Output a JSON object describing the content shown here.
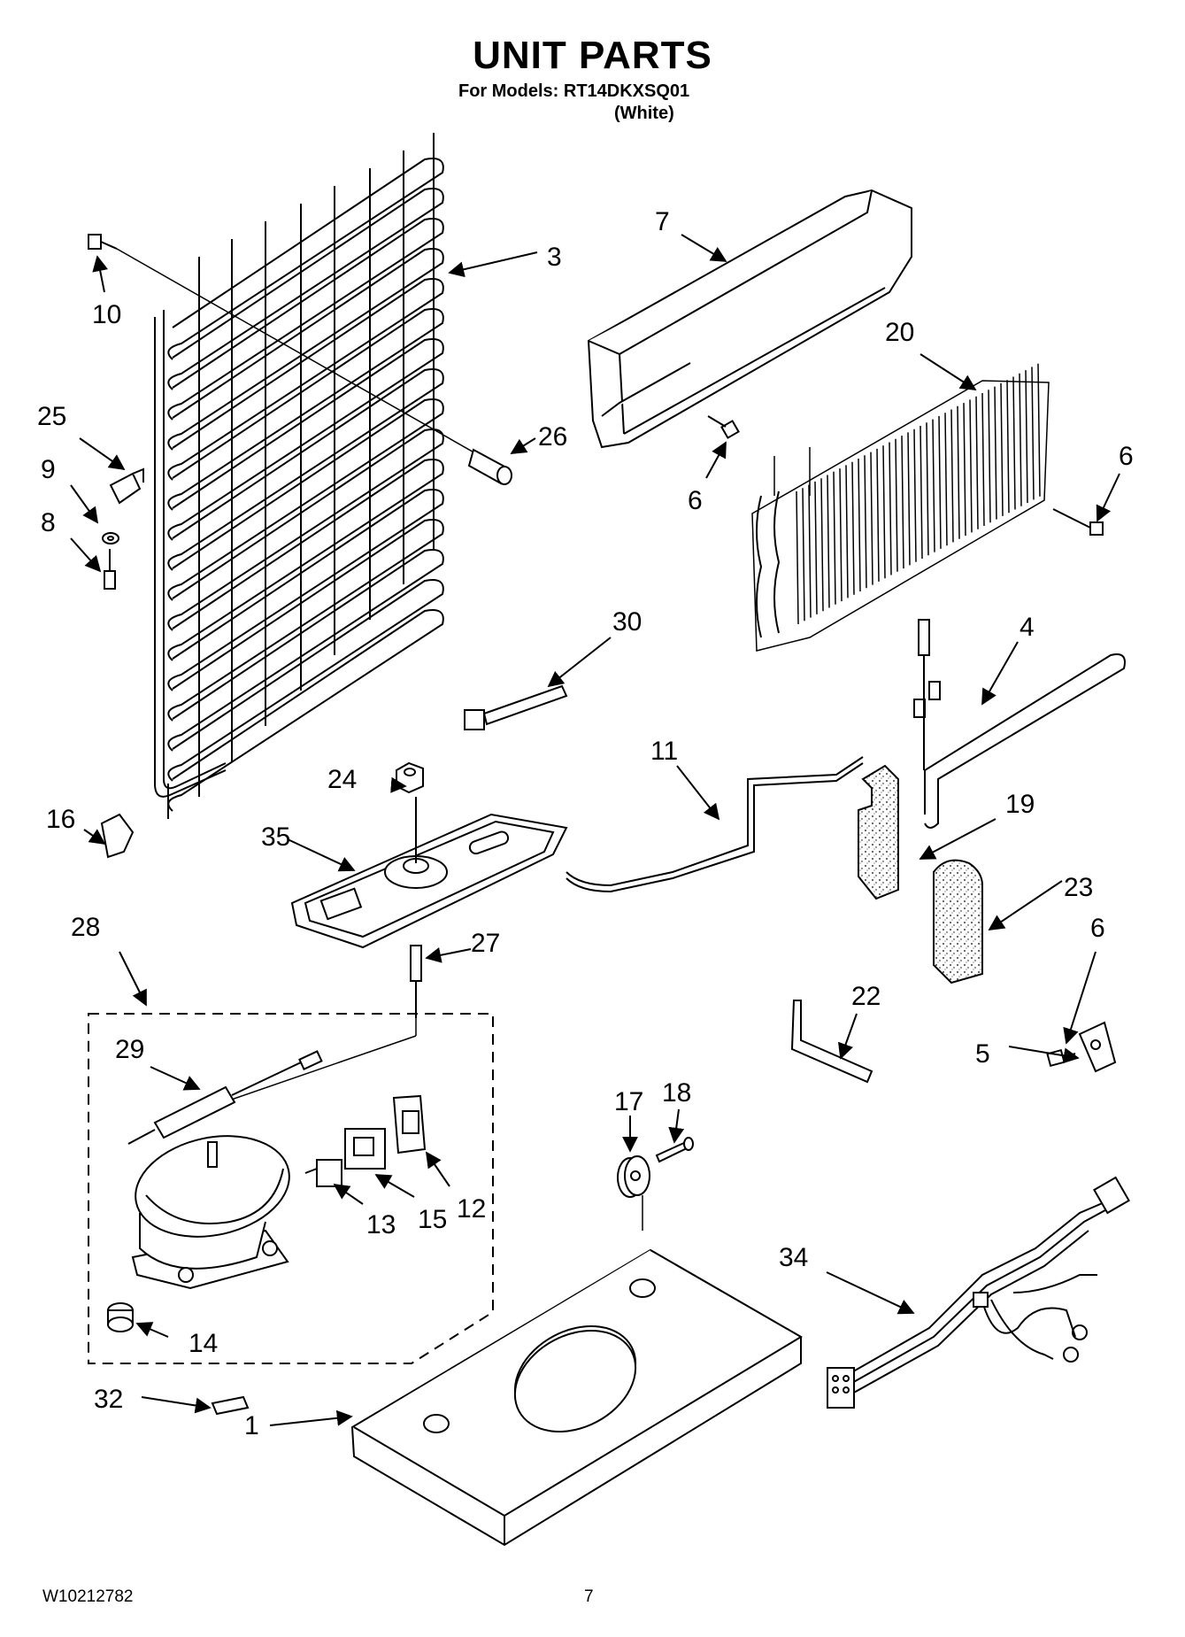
{
  "title": "UNIT PARTS",
  "subtitle": "For Models: RT14DKXSQ01",
  "subtitle_variant": "(White)",
  "document_number": "W10212782",
  "page_number": "7",
  "callouts": [
    {
      "id": "c1",
      "label": "1"
    },
    {
      "id": "c3",
      "label": "3"
    },
    {
      "id": "c4",
      "label": "4"
    },
    {
      "id": "c5",
      "label": "5"
    },
    {
      "id": "c6a",
      "label": "6"
    },
    {
      "id": "c6b",
      "label": "6"
    },
    {
      "id": "c6c",
      "label": "6"
    },
    {
      "id": "c7",
      "label": "7"
    },
    {
      "id": "c8",
      "label": "8"
    },
    {
      "id": "c9",
      "label": "9"
    },
    {
      "id": "c10",
      "label": "10"
    },
    {
      "id": "c11",
      "label": "11"
    },
    {
      "id": "c12",
      "label": "12"
    },
    {
      "id": "c13",
      "label": "13"
    },
    {
      "id": "c14",
      "label": "14"
    },
    {
      "id": "c15",
      "label": "15"
    },
    {
      "id": "c16",
      "label": "16"
    },
    {
      "id": "c17",
      "label": "17"
    },
    {
      "id": "c18",
      "label": "18"
    },
    {
      "id": "c19",
      "label": "19"
    },
    {
      "id": "c20",
      "label": "20"
    },
    {
      "id": "c22",
      "label": "22"
    },
    {
      "id": "c23",
      "label": "23"
    },
    {
      "id": "c24",
      "label": "24"
    },
    {
      "id": "c25",
      "label": "25"
    },
    {
      "id": "c26",
      "label": "26"
    },
    {
      "id": "c27",
      "label": "27"
    },
    {
      "id": "c28",
      "label": "28"
    },
    {
      "id": "c29",
      "label": "29"
    },
    {
      "id": "c30",
      "label": "30"
    },
    {
      "id": "c32",
      "label": "32"
    },
    {
      "id": "c34",
      "label": "34"
    },
    {
      "id": "c35",
      "label": "35"
    }
  ]
}
